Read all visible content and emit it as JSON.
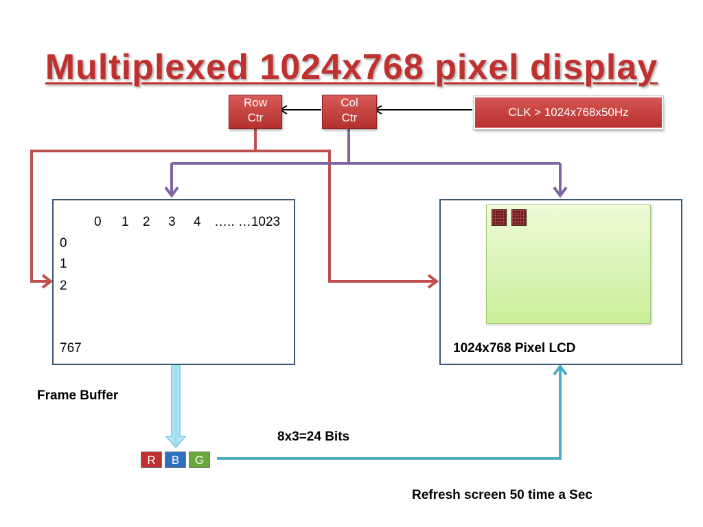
{
  "title": "Multiplexed 1024x768 pixel display",
  "row_counter": {
    "line1": "Row",
    "line2": "Ctr"
  },
  "col_counter": {
    "line1": "Col",
    "line2": "Ctr"
  },
  "clock": {
    "label": "CLK > 1024x768x50Hz"
  },
  "frame_buffer": {
    "label": "Frame Buffer",
    "col_labels": [
      "0",
      "1",
      "2",
      "3",
      "4",
      "….. …1023"
    ],
    "row_labels": [
      "0",
      "1",
      "2",
      "767"
    ]
  },
  "lcd": {
    "label": "1024x768 Pixel LCD"
  },
  "rgb": [
    "R",
    "B",
    "G"
  ],
  "bus_label": "8x3=24 Bits",
  "refresh_label": "Refresh screen 50 time a Sec",
  "colors": {
    "red_line": "#c0504d",
    "purple_line": "#8064a2",
    "cyan_line": "#4bacc6",
    "cell": "#7030a0",
    "lcd_green": "#ccf09b",
    "chip_r": "#c0302f",
    "chip_b": "#2f6fc0",
    "chip_g": "#6aa83a"
  }
}
